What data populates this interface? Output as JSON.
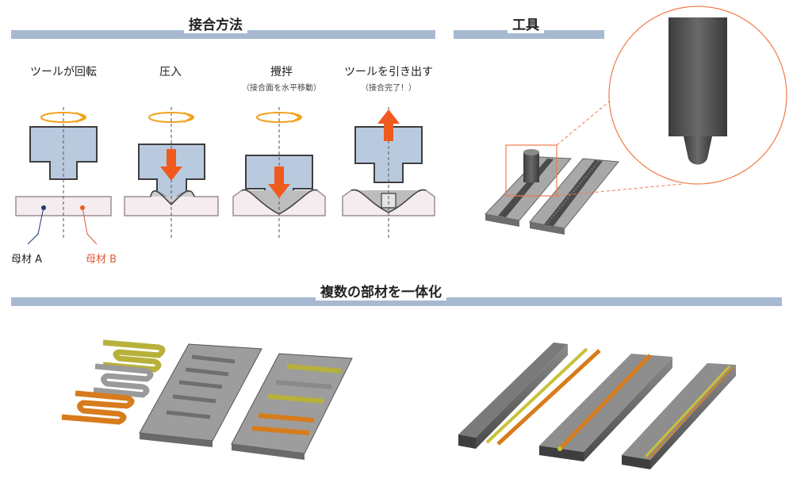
{
  "sections": {
    "joining_method": "接合方法",
    "tool": "工具",
    "multi_member": "複数の部材を一体化"
  },
  "steps": [
    {
      "label": "ツールが回転",
      "sub": ""
    },
    {
      "label": "圧入",
      "sub": ""
    },
    {
      "label": "攪拌",
      "sub": "（接合面を水平移動）"
    },
    {
      "label": "ツールを引き出す",
      "sub": "（接合完了！）"
    }
  ],
  "materials": {
    "a": "母材 A",
    "b": "母材 B"
  },
  "colors": {
    "bar": "#a7b9d1",
    "tool_fill": "#b9cadf",
    "arrow": "#ef5a1f",
    "rotation": "#f2a21c",
    "label_b": "#e05a3a",
    "plate": "#f4ecee",
    "callout": "#f07b4a"
  }
}
